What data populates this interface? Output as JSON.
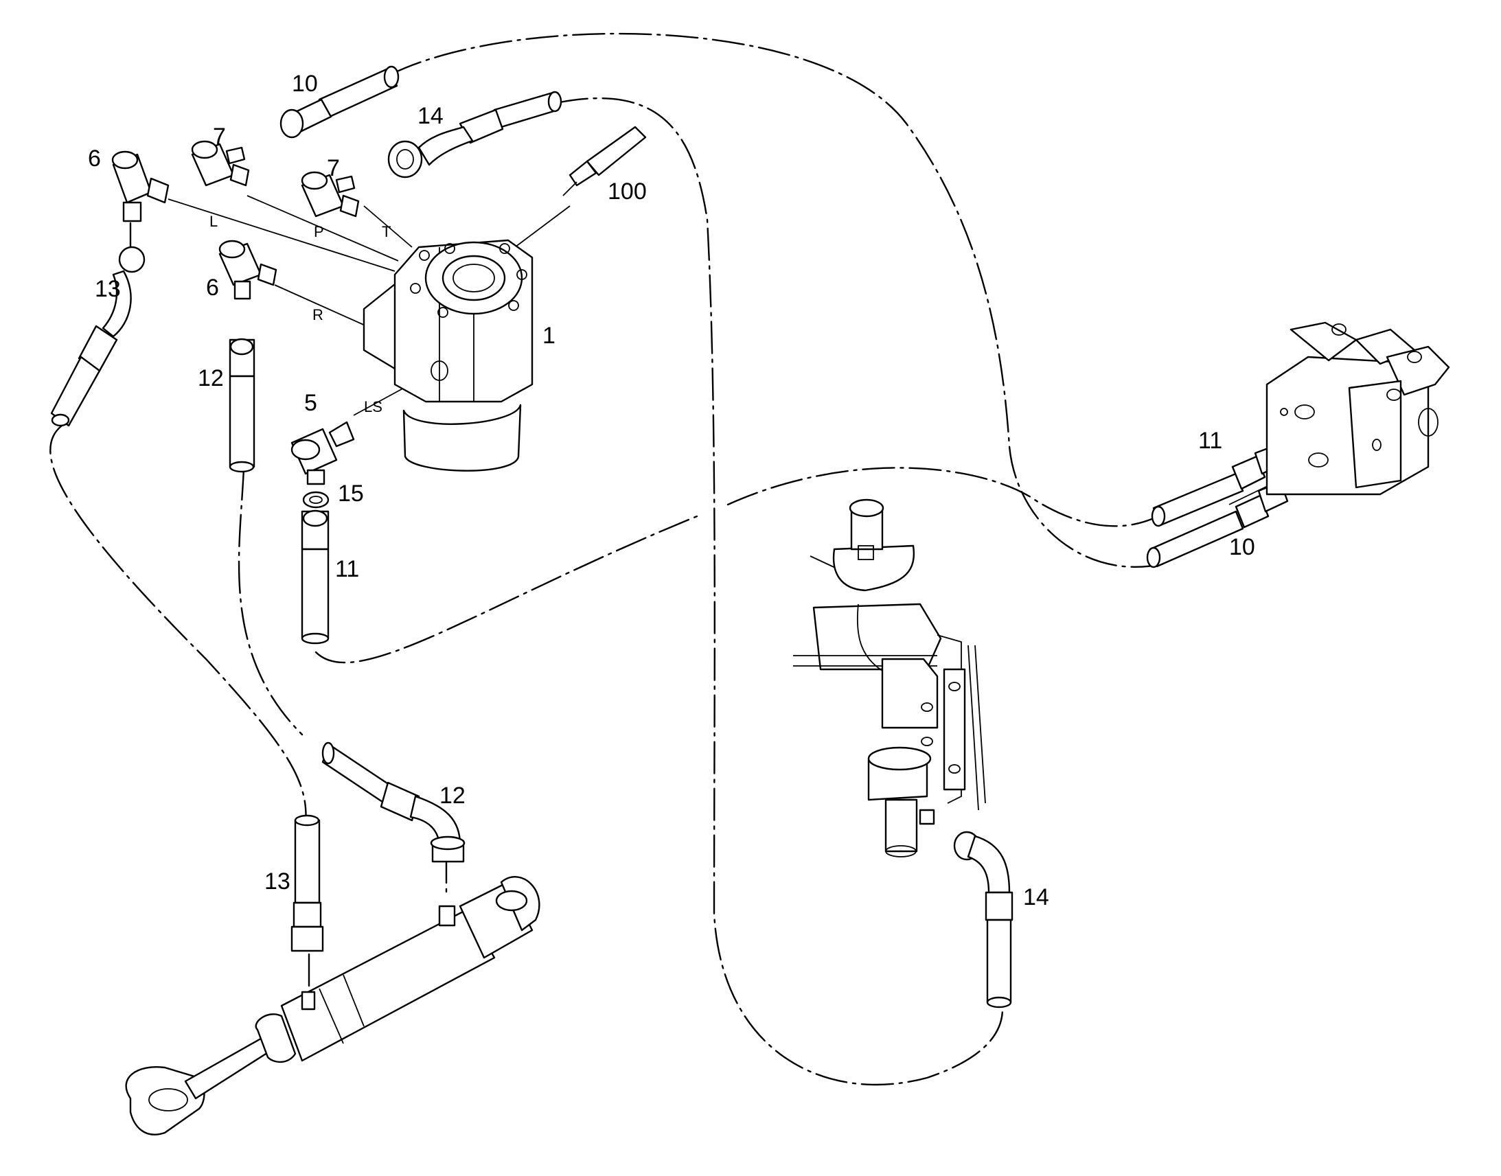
{
  "diagram": {
    "callouts": [
      {
        "id": "c-10-top",
        "text": "10"
      },
      {
        "id": "c-14-top",
        "text": "14"
      },
      {
        "id": "c-7-left",
        "text": "7"
      },
      {
        "id": "c-7-right",
        "text": "7"
      },
      {
        "id": "c-6-top",
        "text": "6"
      },
      {
        "id": "c-6-mid",
        "text": "6"
      },
      {
        "id": "c-100",
        "text": "100"
      },
      {
        "id": "c-13-top",
        "text": "13"
      },
      {
        "id": "c-1",
        "text": "1"
      },
      {
        "id": "c-12-top",
        "text": "12"
      },
      {
        "id": "c-5",
        "text": "5"
      },
      {
        "id": "c-15",
        "text": "15"
      },
      {
        "id": "c-11-left",
        "text": "11"
      },
      {
        "id": "c-12-bottom",
        "text": "12"
      },
      {
        "id": "c-13-bottom",
        "text": "13"
      },
      {
        "id": "c-11-right",
        "text": "11"
      },
      {
        "id": "c-10-right",
        "text": "10"
      },
      {
        "id": "c-14-bottom",
        "text": "14"
      }
    ],
    "ports": [
      {
        "id": "port-L",
        "text": "L"
      },
      {
        "id": "port-P",
        "text": "P"
      },
      {
        "id": "port-T",
        "text": "T"
      },
      {
        "id": "port-R",
        "text": "R"
      },
      {
        "id": "port-LS",
        "text": "LS"
      }
    ]
  }
}
